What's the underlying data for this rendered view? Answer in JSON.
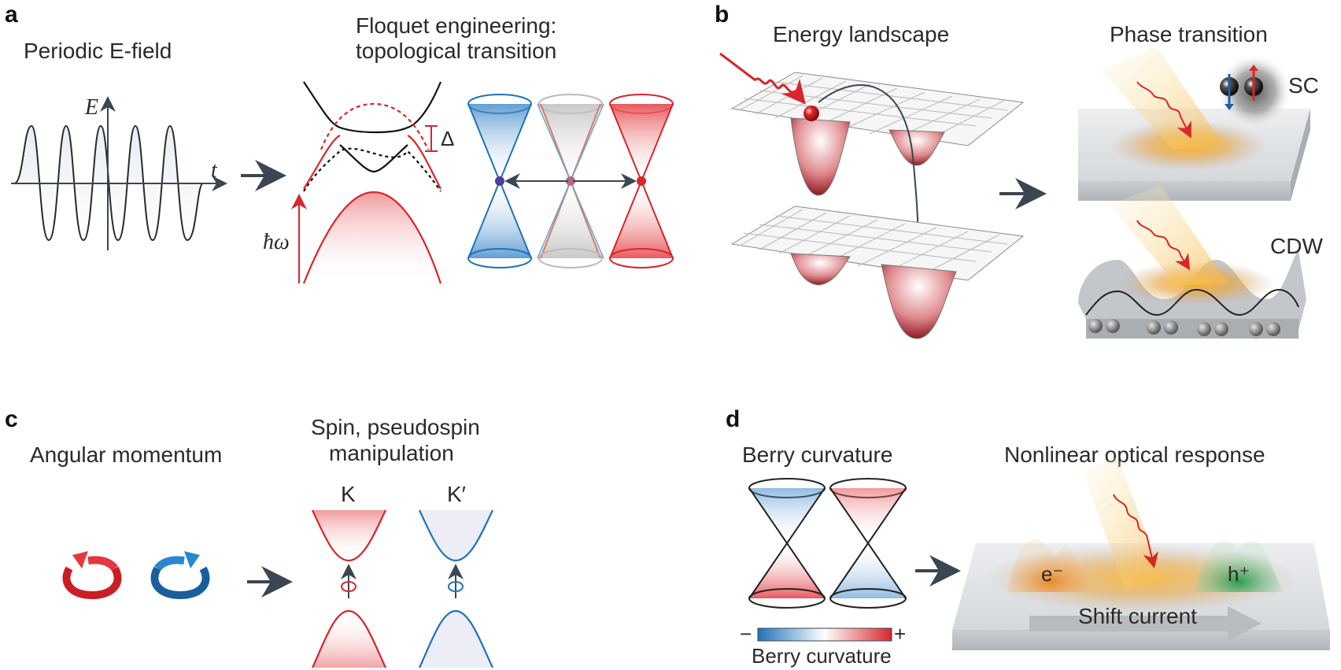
{
  "panels": {
    "a": {
      "letter": "a",
      "left_title": "Periodic E-field",
      "right_title_line1": "Floquet engineering:",
      "right_title_line2": "topological transition",
      "axis_E": "E",
      "axis_t": "t",
      "gap_label": "Δ",
      "photon_label": "ħω"
    },
    "b": {
      "letter": "b",
      "left_title": "Energy landscape",
      "right_title": "Phase transition",
      "sc_label": "SC",
      "cdw_label": "CDW"
    },
    "c": {
      "letter": "c",
      "left_title": "Angular momentum",
      "right_title_line1": "Spin, pseudospin",
      "right_title_line2": "manipulation",
      "valley_K": "K",
      "valley_Kp": "K′"
    },
    "d": {
      "letter": "d",
      "left_title": "Berry curvature",
      "right_title": "Nonlinear optical response",
      "electron_label": "e⁻",
      "hole_label": "h⁺",
      "current_label": "Shift current",
      "scale_minus": "−",
      "scale_plus": "+",
      "scale_label": "Berry curvature"
    }
  },
  "colors": {
    "red": "#d7262b",
    "blue": "#1f73b7",
    "dark": "#3a4652",
    "orange": "#f0a020",
    "green": "#3aa55a"
  }
}
